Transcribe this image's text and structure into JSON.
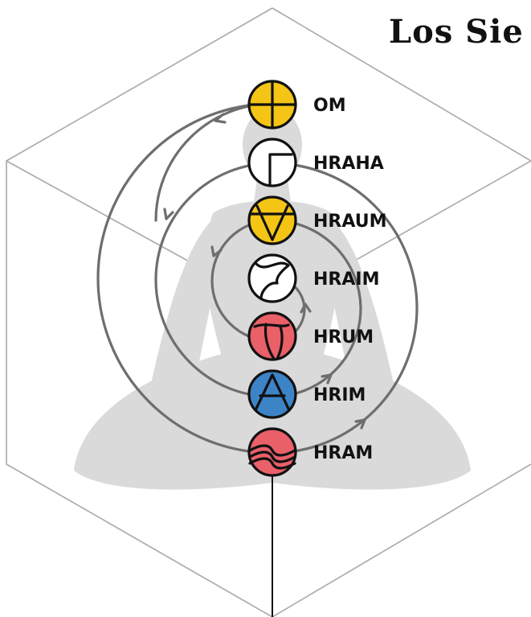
{
  "title": "Los Sie",
  "colors": {
    "yellow": "#f4c515",
    "white": "#ffffff",
    "red": "#ea6069",
    "blue": "#3d84c6",
    "stroke": "#111111",
    "spiral": "#6e6e6e",
    "cube": "#a9a9a9",
    "silhouette": "#dadada"
  },
  "chakras": [
    {
      "label": "OM",
      "color": "yellow",
      "symbol": "cross-icon"
    },
    {
      "label": "HRAHA",
      "color": "white",
      "symbol": "corner-icon"
    },
    {
      "label": "HRAUM",
      "color": "yellow",
      "symbol": "triangle-down-icon"
    },
    {
      "label": "HRAIM",
      "color": "white",
      "symbol": "swirl-icon"
    },
    {
      "label": "HRUM",
      "color": "red",
      "symbol": "sphere-icon"
    },
    {
      "label": "HRIM",
      "color": "blue",
      "symbol": "triangle-up-icon"
    },
    {
      "label": "HRAM",
      "color": "red",
      "symbol": "waves-icon"
    }
  ]
}
